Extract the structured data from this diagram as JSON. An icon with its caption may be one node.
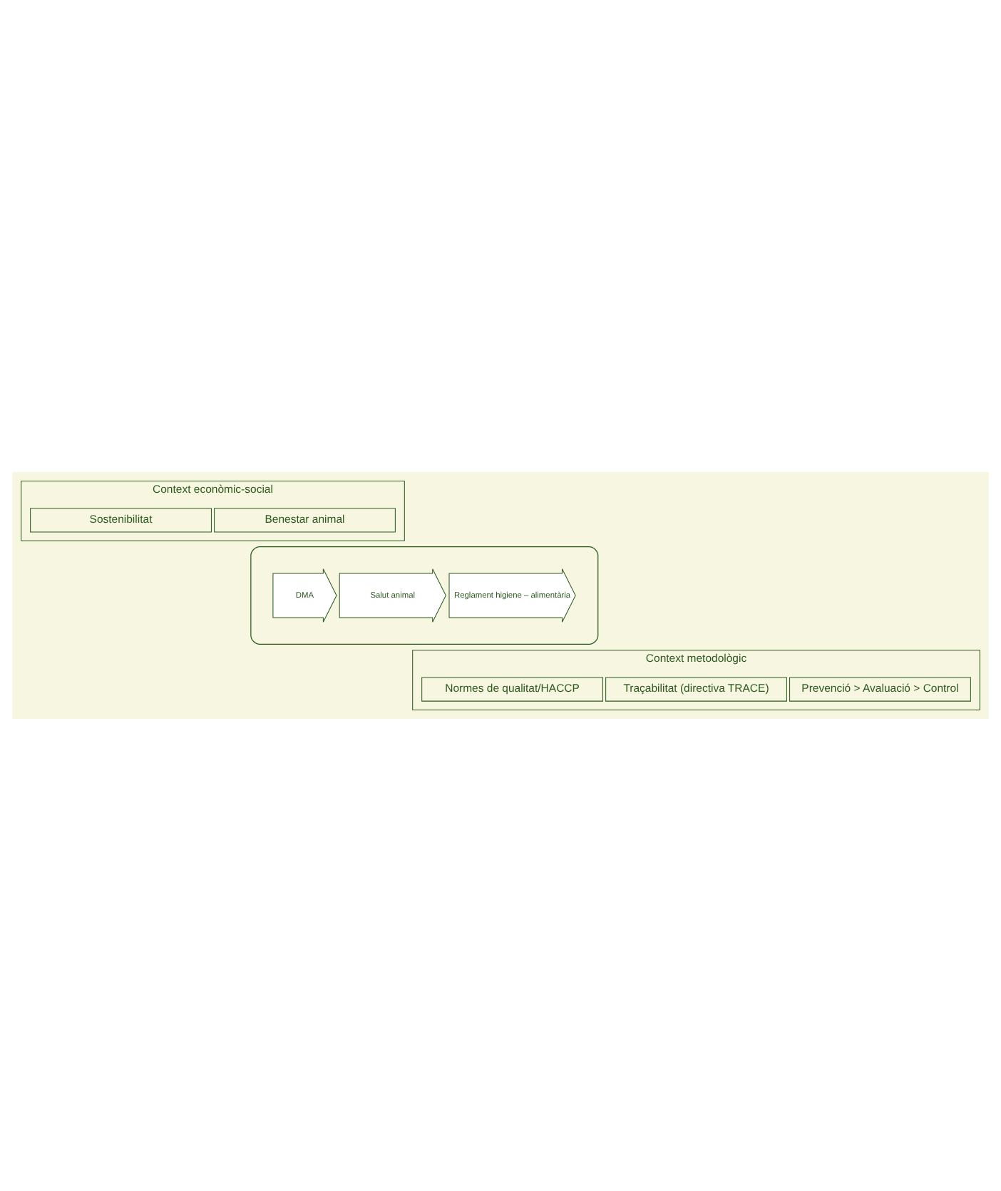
{
  "diagram": {
    "nodes": [
      {
        "text": [
          "Context econòmic-social"
        ]
      },
      {
        "text": [
          "Sostenibilitat"
        ],
        "in": 0
      },
      {
        "text": [
          "Benestar animal"
        ],
        "in": 0
      },
      {
        "text": [],
        "shape": "ellipse"
      },
      {
        "text": [
          "DMA"
        ],
        "in": 3
      },
      {
        "text": [
          "Salut animal"
        ],
        "in": 3
      },
      {
        "text": [
          "Reglament higiene – alimentària"
        ],
        "in": 3
      },
      {
        "text": [
          "Context metodològic"
        ]
      },
      {
        "text": [
          "Normes de qualitat/HACCP"
        ],
        "in": 7
      },
      {
        "text": [
          "Traçabilitat (directiva TRACE)"
        ],
        "in": 7
      },
      {
        "text": [
          "Prevenció > Avaluació > Control"
        ],
        "in": 7
      }
    ],
    "edges": []
  }
}
